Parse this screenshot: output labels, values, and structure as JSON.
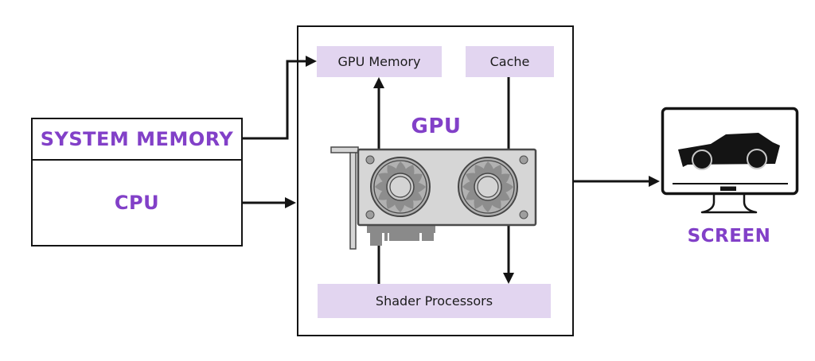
{
  "colors": {
    "accent": "#8240c8",
    "chip_bg": "#e2d5f0",
    "line": "#141414"
  },
  "cpu_unit": {
    "system_memory_label": "SYSTEM MEMORY",
    "cpu_label": "CPU"
  },
  "gpu_unit": {
    "title": "GPU",
    "memory_label": "GPU Memory",
    "cache_label": "Cache",
    "shaders_label": "Shader Processors"
  },
  "screen_unit": {
    "label": "SCREEN"
  },
  "icons": {
    "graphics_card": "dual-fan-graphics-card-icon",
    "monitor": "monitor-displaying-car-icon"
  }
}
